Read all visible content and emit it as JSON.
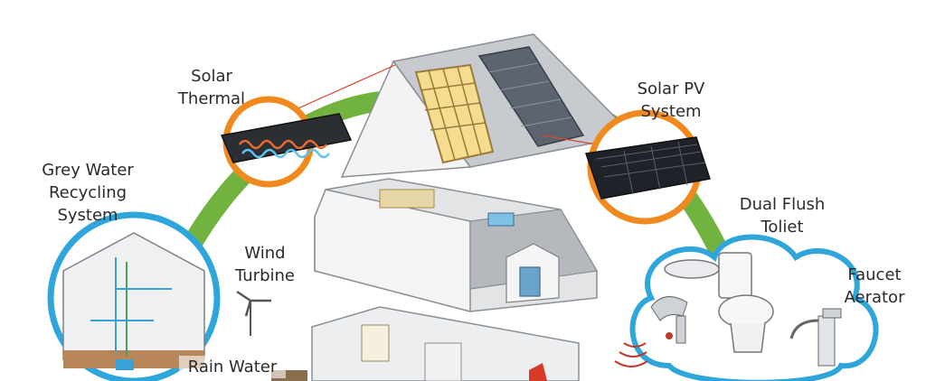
{
  "labels": {
    "solar_thermal": {
      "line1": "Solar",
      "line2": "Thermal"
    },
    "solar_pv": {
      "line1": "Solar PV",
      "line2": "System"
    },
    "grey_water": {
      "line1": "Grey Water",
      "line2": "Recycling",
      "line3": "System"
    },
    "dual_flush": {
      "line1": "Dual Flush",
      "line2": "Toliet"
    },
    "faucet": {
      "line1": "Faucet",
      "line2": "Aerator"
    },
    "wind": {
      "line1": "Wind",
      "line2": "Turbine"
    },
    "rain": {
      "line1": "Rain Water"
    }
  },
  "colors": {
    "ring_green": "#72b33f",
    "thermal_ring": "#f08a1e",
    "water_ring": "#2ea6dc",
    "roof_grey": "#bfc3c8",
    "wall_grey": "#e2e4e6"
  }
}
